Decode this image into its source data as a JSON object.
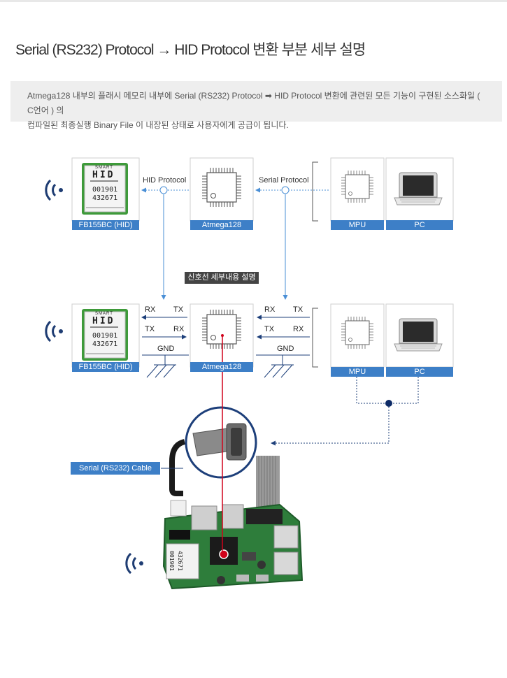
{
  "page": {
    "title": "Serial (RS232) Protocol → HID Protocol 변환 부분 세부 설명",
    "description_line1": "Atmega128 내부의 플래시 메모리 내부에  Serial (RS232) Protocol   ➡  HID Protocol 변환에 관련된 모든 기능이 구현된 소스화일 ( C언어 ) 의",
    "description_line2": "컴파일된 최종실행 Binary File 이 내장된 상태로 사용자에게 공급이 됩니다."
  },
  "top_diagram": {
    "hid_label": "FB155BC (HID)",
    "mcu_label": "Atmega128",
    "mpu_label": "MPU",
    "pc_label": "PC",
    "hid_protocol": "HID Protocol",
    "serial_protocol": "Serial  Protocol"
  },
  "banner": "신호선 세부내용 설명",
  "bottom_diagram": {
    "hid_label": "FB155BC (HID)",
    "mcu_label": "Atmega128",
    "mpu_label": "MPU",
    "pc_label": "PC",
    "left_rx": "RX",
    "left_tx": "TX",
    "left_tx2": "TX",
    "left_rx2": "RX",
    "left_gnd": "GND",
    "right_rx": "RX",
    "right_tx": "TX",
    "right_tx2": "TX",
    "right_rx2": "RX",
    "right_gnd": "GND"
  },
  "module": {
    "smart": "SMART",
    "hid": "HID",
    "code1": "001901",
    "code2": "432671"
  },
  "cable_label": "Serial (RS232) Cable",
  "colors": {
    "accent_blue": "#3d7fc7",
    "arrow_blue": "#1d3f7a",
    "navy_dot": "#0d2a66",
    "red_line": "#d0021b",
    "banner_dark": "#444444",
    "desc_bg": "#eeeeee"
  }
}
